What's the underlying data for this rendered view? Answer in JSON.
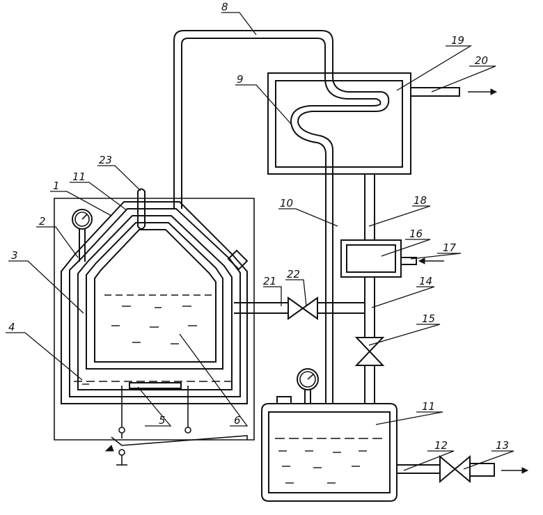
{
  "labels": {
    "l1": "1",
    "l2": "2",
    "l3": "3",
    "l4": "4",
    "l5": "5",
    "l6": "6",
    "l8": "8",
    "l9": "9",
    "l10": "10",
    "l11a": "11",
    "l11b": "11",
    "l12": "12",
    "l13": "13",
    "l14": "14",
    "l15": "15",
    "l16": "16",
    "l17": "17",
    "l18": "18",
    "l19": "19",
    "l20": "20",
    "l21": "21",
    "l22": "22",
    "l23": "23"
  }
}
